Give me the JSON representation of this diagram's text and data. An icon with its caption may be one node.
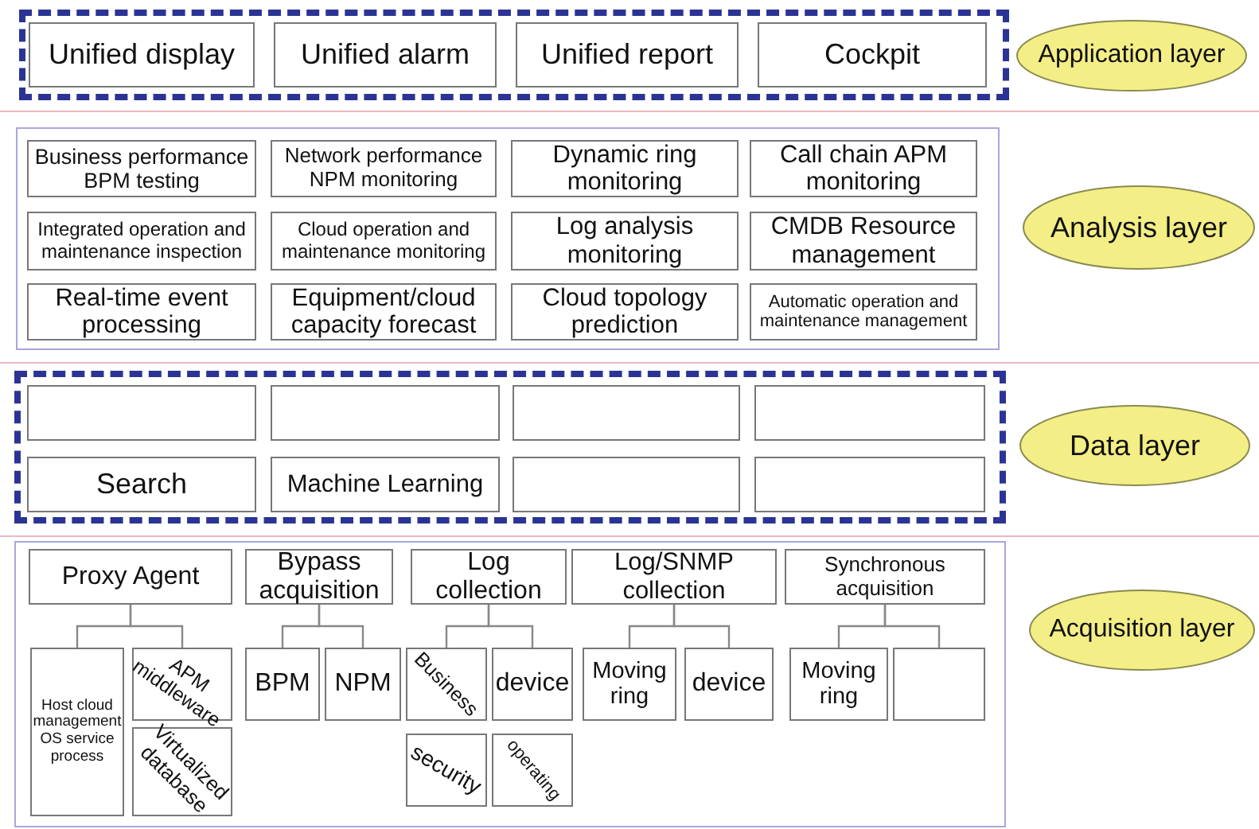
{
  "diagram": {
    "nodes": [
      {
        "text": [],
        "shape": "box"
      },
      {
        "text": [
          "Unified display"
        ],
        "in": 0
      },
      {
        "text": [
          "Unified alarm"
        ],
        "in": 0
      },
      {
        "text": [
          "Unified report"
        ],
        "in": 0
      },
      {
        "text": [
          "Cockpit"
        ],
        "in": 0
      },
      {
        "text": [
          "Application layer"
        ]
      },
      {
        "text": [],
        "shape": "box"
      },
      {
        "text": [
          "Business performance BPM testing"
        ],
        "in": 6
      },
      {
        "text": [
          "Network performance NPM monitoring"
        ],
        "in": 6
      },
      {
        "text": [
          "Dynamic ring monitoring"
        ],
        "in": 6
      },
      {
        "text": [
          "Call chain APM monitoring"
        ],
        "in": 6
      },
      {
        "text": [
          "Integrated operation and maintenance inspection"
        ],
        "in": 6
      },
      {
        "text": [
          "Cloud operation and maintenance monitoring"
        ],
        "in": 6
      },
      {
        "text": [
          "Log analysis monitoring"
        ],
        "in": 6
      },
      {
        "text": [
          "CMDB Resource management"
        ],
        "in": 6
      },
      {
        "text": [
          "Real-time event processing"
        ],
        "in": 6
      },
      {
        "text": [
          "Equipment/cloud capacity forecast"
        ],
        "in": 6
      },
      {
        "text": [
          "Cloud topology prediction"
        ],
        "in": 6
      },
      {
        "text": [
          "Automatic operation and maintenance management"
        ],
        "in": 6
      },
      {
        "text": [
          "Analysis layer"
        ]
      },
      {
        "text": [],
        "shape": "box"
      },
      {
        "text": [],
        "shape": "box",
        "in": 20
      },
      {
        "text": [],
        "shape": "box",
        "in": 20
      },
      {
        "text": [],
        "shape": "box",
        "in": 20
      },
      {
        "text": [],
        "shape": "box",
        "in": 20
      },
      {
        "text": [
          "Search"
        ],
        "in": 20
      },
      {
        "text": [
          "Machine Learning"
        ],
        "in": 20
      },
      {
        "text": [],
        "shape": "box",
        "in": 20
      },
      {
        "text": [],
        "shape": "box",
        "in": 20
      },
      {
        "text": [
          "Data layer"
        ]
      },
      {
        "text": [],
        "shape": "box"
      },
      {
        "text": [
          "Proxy Agent"
        ],
        "in": 30
      },
      {
        "text": [
          "Host cloud management OS service process"
        ],
        "in": 30
      },
      {
        "text": [
          "APM middleware"
        ],
        "in": 30
      },
      {
        "text": [
          "Virtualized database"
        ],
        "in": 30
      },
      {
        "text": [
          "Bypass acquisition"
        ],
        "in": 30
      },
      {
        "text": [
          "BPM"
        ],
        "in": 30
      },
      {
        "text": [
          "NPM"
        ],
        "in": 30
      },
      {
        "text": [
          "Log collection"
        ],
        "in": 30
      },
      {
        "text": [
          "Business"
        ],
        "in": 30
      },
      {
        "text": [
          "device"
        ],
        "in": 30
      },
      {
        "text": [
          "security"
        ],
        "in": 30
      },
      {
        "text": [
          "operating"
        ],
        "in": 30
      },
      {
        "text": [
          "Log/SNMP collection"
        ],
        "in": 30
      },
      {
        "text": [
          "Moving ring"
        ],
        "in": 30
      },
      {
        "text": [
          "device"
        ],
        "in": 30
      },
      {
        "text": [
          "Synchronous acquisition"
        ],
        "in": 30
      },
      {
        "text": [
          "Moving ring"
        ],
        "in": 30
      },
      {
        "text": [],
        "shape": "box",
        "in": 30
      },
      {
        "text": [
          "Acquisition layer"
        ]
      }
    ],
    "edges": [
      {
        "from": 31,
        "to": 32,
        "arrow": "none"
      },
      {
        "from": 31,
        "to": 33,
        "arrow": "none"
      },
      {
        "from": 35,
        "to": 36,
        "arrow": "none"
      },
      {
        "from": 35,
        "to": 37,
        "arrow": "none"
      },
      {
        "from": 38,
        "to": 39,
        "arrow": "none"
      },
      {
        "from": 38,
        "to": 40,
        "arrow": "none"
      },
      {
        "from": 43,
        "to": 44,
        "arrow": "none"
      },
      {
        "from": 43,
        "to": 45,
        "arrow": "none"
      },
      {
        "from": 46,
        "to": 47,
        "arrow": "none"
      },
      {
        "from": 46,
        "to": 48,
        "arrow": "none"
      }
    ]
  }
}
